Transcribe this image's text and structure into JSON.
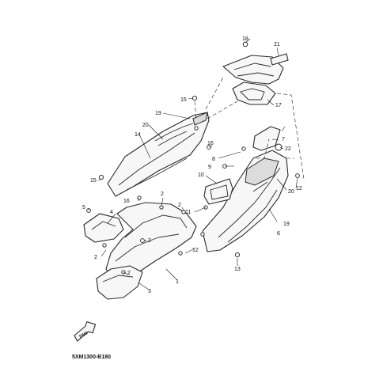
{
  "callouts": [
    "1",
    "2",
    "3",
    "4",
    "5",
    "6",
    "7",
    "8",
    "9",
    "10",
    "11",
    "12",
    "13",
    "14",
    "15",
    "16",
    "17",
    "18",
    "19",
    "20",
    "21",
    "22"
  ],
  "badge": {
    "label": "FWD"
  },
  "diagram_code": "5XM1300-B180"
}
